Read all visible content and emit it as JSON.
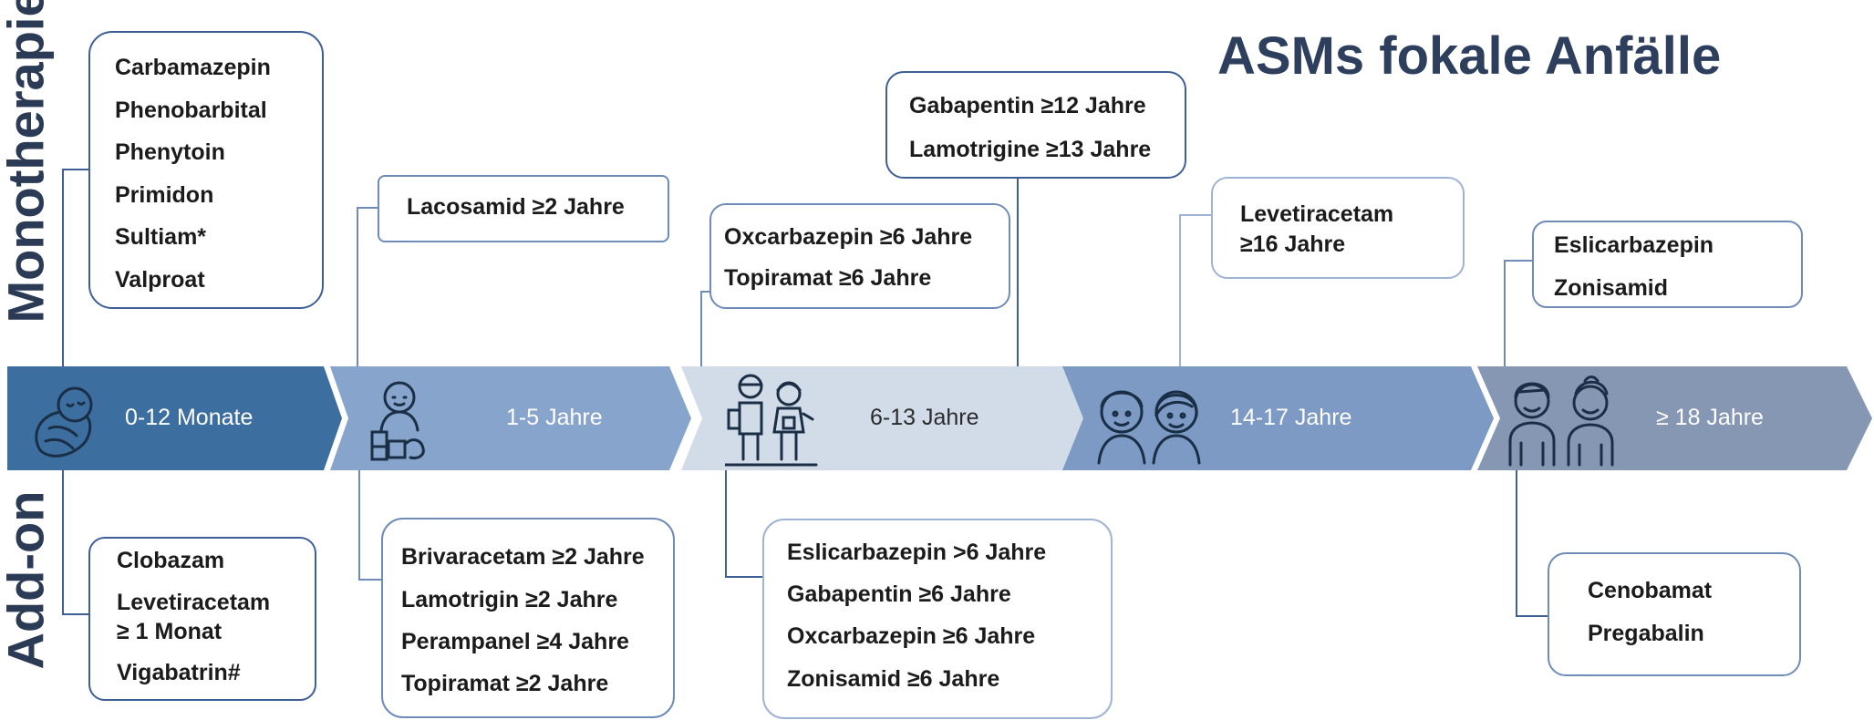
{
  "title": "ASMs fokale Anfälle",
  "labels": {
    "mono": "Monotherapie",
    "addon": "Add-on"
  },
  "stages": [
    {
      "label": "0-12 Monate",
      "icon": "baby-icon",
      "color": "#3c6ea0"
    },
    {
      "label": "1-5 Jahre",
      "icon": "toddler-blocks-icon",
      "color": "#87a5cc"
    },
    {
      "label": "6-13 Jahre",
      "icon": "schoolchildren-icon",
      "color": "#d2dce9"
    },
    {
      "label": "14-17 Jahre",
      "icon": "teenagers-icon",
      "color": "#7c9ac4"
    },
    {
      "label": "≥ 18 Jahre",
      "icon": "adults-icon",
      "color": "#8597b3"
    }
  ],
  "mono": [
    {
      "items": [
        "Carbamazepin",
        "Phenobarbital",
        "Phenytoin",
        "Primidon",
        "Sultiam*",
        "Valproat"
      ]
    },
    {
      "items": [
        "Lacosamid ≥2 Jahre"
      ]
    },
    {
      "items": [
        "Oxcarbazepin ≥6 Jahre",
        "Topiramat ≥6 Jahre"
      ]
    },
    {
      "items": [
        "Gabapentin ≥12 Jahre",
        "Lamotrigine ≥13 Jahre"
      ]
    },
    {
      "items": [
        "Levetiracetam",
        "≥16  Jahre"
      ]
    },
    {
      "items": [
        "Eslicarbazepin",
        "Zonisamid"
      ]
    }
  ],
  "addon": [
    {
      "items": [
        "Clobazam",
        "Levetiracetam",
        "≥  1 Monat",
        "Vigabatrin#"
      ]
    },
    {
      "items": [
        "Brivaracetam ≥2 Jahre",
        "Lamotrigin  ≥2 Jahre",
        "Perampanel ≥4 Jahre",
        "Topiramat ≥2 Jahre"
      ]
    },
    {
      "items": [
        "Eslicarbazepin >6 Jahre",
        "Gabapentin ≥6 Jahre",
        "Oxcarbazepin ≥6 Jahre",
        "Zonisamid ≥6 Jahre"
      ]
    },
    {
      "items": [
        "Cenobamat",
        "Pregabalin"
      ]
    }
  ]
}
